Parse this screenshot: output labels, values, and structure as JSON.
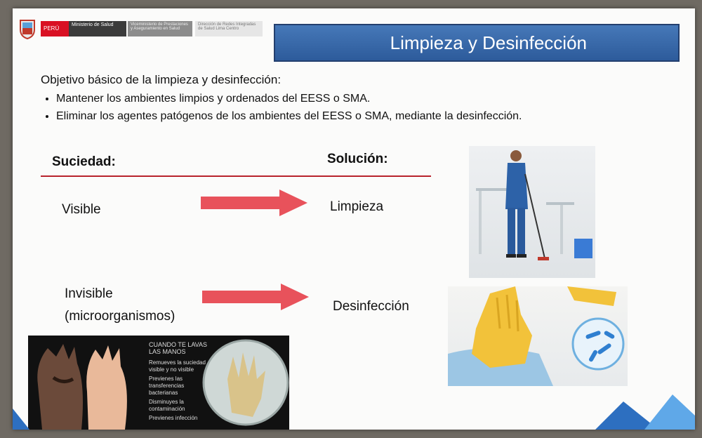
{
  "slide": {
    "title": "Limpieza y Desinfección",
    "logos": {
      "peru": "PERÚ",
      "ministry": "Ministerio de Salud",
      "direction1": "Viceministerio de Prestaciones y Aseguramiento en Salud",
      "direction2": "Dirección de Redes Integradas de Salud Lima Centro"
    },
    "intro": "Objetivo básico de la limpieza y desinfección:",
    "bullets": [
      "Mantener los ambientes limpios y ordenados del EESS o SMA.",
      "Eliminar los agentes patógenos de los ambientes del EESS o SMA, mediante la desinfección."
    ],
    "dirt_header": "Suciedad:",
    "solution_header": "Solución:",
    "rows": [
      {
        "dirt": "Visible",
        "solution": "Limpieza"
      },
      {
        "dirt_line1": "Invisible",
        "dirt_line2": "(microorganismos)",
        "solution": "Desinfección"
      }
    ],
    "hands_poster": {
      "title": "CUANDO TE LAVAS LAS MANOS",
      "line1": "Remueves la suciedad visible y no visible",
      "line2": "Previenes las transferencias bacterianas",
      "line3": "Disminuyes la contaminación",
      "line4": "Previenes infección"
    }
  },
  "colors": {
    "title_bar": "#3a6aab",
    "accent_red": "#b8232c",
    "arrow": "#e8525b"
  }
}
